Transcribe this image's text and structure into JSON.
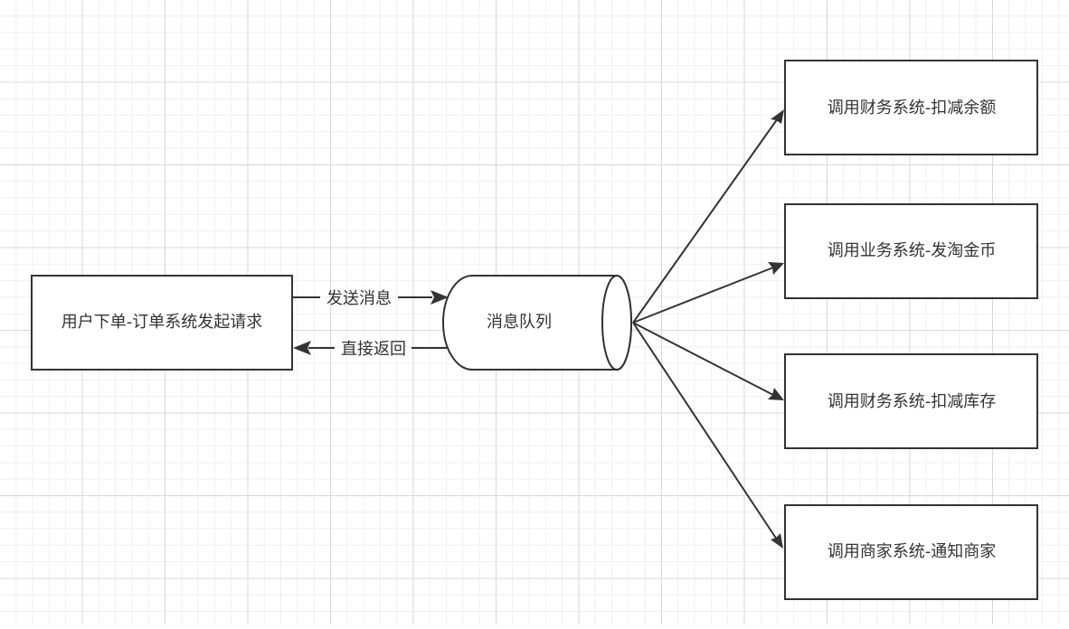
{
  "source_node": {
    "label": "用户下单-订单系统发起请求"
  },
  "queue_node": {
    "label": "消息队列"
  },
  "edge_labels": {
    "send": "发送消息",
    "return": "直接返回"
  },
  "target_nodes": [
    {
      "label": "调用财务系统-扣减余额"
    },
    {
      "label": "调用业务系统-发淘金币"
    },
    {
      "label": "调用财务系统-扣减库存"
    },
    {
      "label": "调用商家系统-通知商家"
    }
  ],
  "colors": {
    "stroke": "#333333",
    "grid_major": "#d8d8d8",
    "grid_minor": "#efefef",
    "background": "#ffffff"
  }
}
